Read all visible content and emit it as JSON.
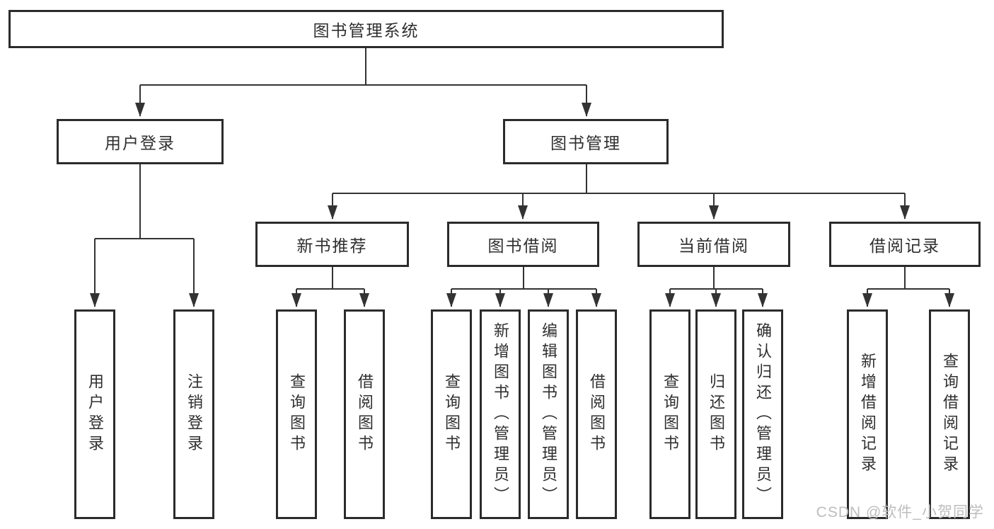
{
  "diagram": {
    "type": "hierarchy",
    "watermark": "CSDN @软件_小贺同学",
    "colors": {
      "line": "#333333",
      "border": "#2b2b2b",
      "text": "#2f2f2f",
      "background": "#ffffff",
      "watermark": "#bdbdbd"
    },
    "nodes": {
      "root": {
        "label": "图书管理系统"
      },
      "level2": [
        {
          "label": "用户登录",
          "parent": "图书管理系统"
        },
        {
          "label": "图书管理",
          "parent": "图书管理系统"
        }
      ],
      "level3": [
        {
          "label": "新书推荐",
          "parent": "图书管理"
        },
        {
          "label": "图书借阅",
          "parent": "图书管理"
        },
        {
          "label": "当前借阅",
          "parent": "图书管理"
        },
        {
          "label": "借阅记录",
          "parent": "图书管理"
        }
      ],
      "leaves": [
        {
          "label": "用户登录",
          "parent": "用户登录"
        },
        {
          "label": "注销登录",
          "parent": "用户登录"
        },
        {
          "label": "查询图书",
          "parent": "新书推荐"
        },
        {
          "label": "借阅图书",
          "parent": "新书推荐"
        },
        {
          "label": "查询图书",
          "parent": "图书借阅"
        },
        {
          "label": "新增图书（管理员）",
          "parent": "图书借阅"
        },
        {
          "label": "编辑图书（管理员）",
          "parent": "图书借阅"
        },
        {
          "label": "借阅图书",
          "parent": "图书借阅"
        },
        {
          "label": "查询图书",
          "parent": "当前借阅"
        },
        {
          "label": "归还图书",
          "parent": "当前借阅"
        },
        {
          "label": "确认归还（管理员）",
          "parent": "当前借阅"
        },
        {
          "label": "新增借阅记录",
          "parent": "借阅记录"
        },
        {
          "label": "查询借阅记录",
          "parent": "借阅记录"
        }
      ]
    }
  }
}
